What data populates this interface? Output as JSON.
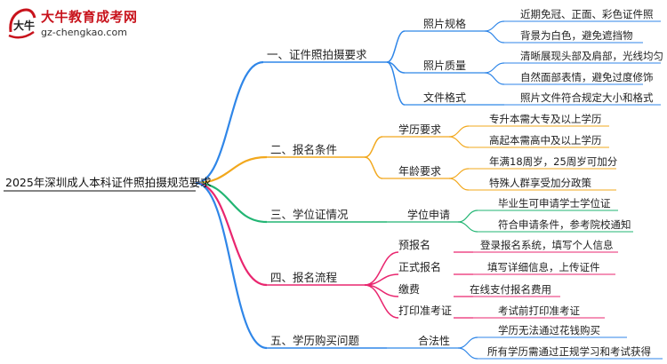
{
  "logo": {
    "title": "大牛教育成考网",
    "url": "gz-chengkao.com",
    "mark_text": "大牛"
  },
  "root": {
    "label": "2025年深圳成人本科证件照拍摄规范要求"
  },
  "branches": [
    {
      "label": "一、证件照拍摄要求",
      "color": "#2f86e8",
      "children": [
        {
          "label": "照片规格",
          "leaves": [
            "近期免冠、正面、彩色证件照",
            "背景为白色，避免遮挡物"
          ]
        },
        {
          "label": "照片质量",
          "leaves": [
            "清晰展现头部及肩部，光线均匀",
            "自然面部表情，避免过度修饰"
          ]
        },
        {
          "label": "文件格式",
          "leaves": [
            "照片文件符合规定大小和格式"
          ]
        }
      ]
    },
    {
      "label": "二、报名条件",
      "color": "#f2a81d",
      "children": [
        {
          "label": "学历要求",
          "leaves": [
            "专升本需大专及以上学历",
            "高起本需高中及以上学历"
          ]
        },
        {
          "label": "年龄要求",
          "leaves": [
            "年满18周岁，25周岁可加分",
            "特殊人群享受加分政策"
          ]
        }
      ]
    },
    {
      "label": "三、学位证情况",
      "color": "#22b573",
      "children": [
        {
          "label": "学位申请",
          "leaves": [
            "毕业生可申请学士学位证",
            "符合申请条件，参考院校通知"
          ]
        }
      ]
    },
    {
      "label": "四、报名流程",
      "color": "#e9266f",
      "children": [
        {
          "label": "预报名",
          "leaves": [
            "登录报名系统，填写个人信息"
          ]
        },
        {
          "label": "正式报名",
          "leaves": [
            "填写详细信息，上传证件"
          ]
        },
        {
          "label": "缴费",
          "leaves": [
            "在线支付报名费用"
          ]
        },
        {
          "label": "打印准考证",
          "leaves": [
            "考试前打印准考证"
          ]
        }
      ]
    },
    {
      "label": "五、学历购买问题",
      "color": "#2f86e8",
      "children": [
        {
          "label": "合法性",
          "leaves": [
            "学历无法通过花钱购买",
            "所有学历需通过正规学习和考试获得"
          ]
        }
      ]
    }
  ]
}
